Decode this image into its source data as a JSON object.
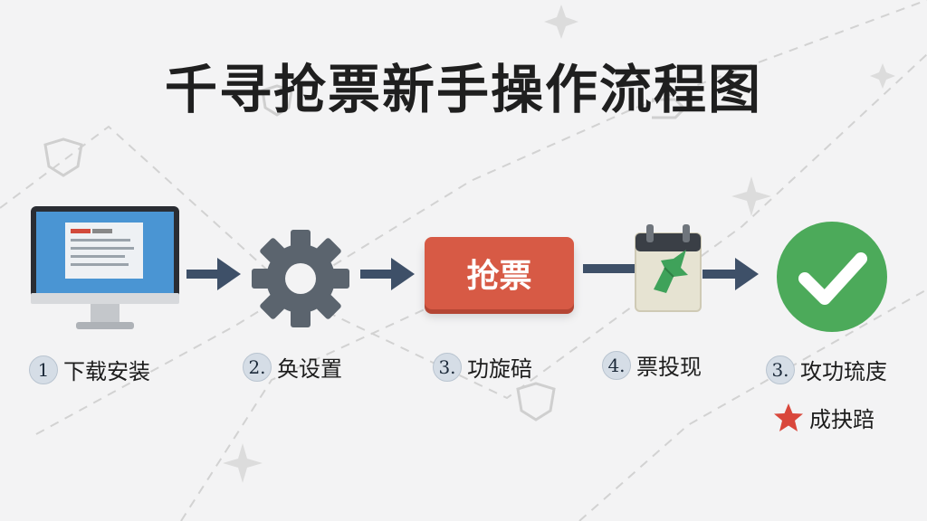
{
  "title": "千寻抢票新手操作流程图",
  "button": {
    "label": "抢票"
  },
  "steps": [
    {
      "num": "1",
      "label": "下载安装",
      "icon": "monitor-icon"
    },
    {
      "num": "2.",
      "label": "奂设置",
      "icon": "gear-icon"
    },
    {
      "num": "3.",
      "label": "功旋碚",
      "icon": "grab-ticket-button"
    },
    {
      "num": "4.",
      "label": "票投现",
      "icon": "calendar-icon"
    },
    {
      "num": "3.",
      "label": "攻功琉庋",
      "icon": "check-icon"
    }
  ],
  "extra": {
    "label": "成抉踣",
    "icon": "star-icon"
  },
  "colors": {
    "arrow": "#3e5068",
    "button": "#d75a45",
    "check": "#4caa5a",
    "gear": "#5b646e",
    "screen": "#4a95d3",
    "star": "#d9473b"
  }
}
